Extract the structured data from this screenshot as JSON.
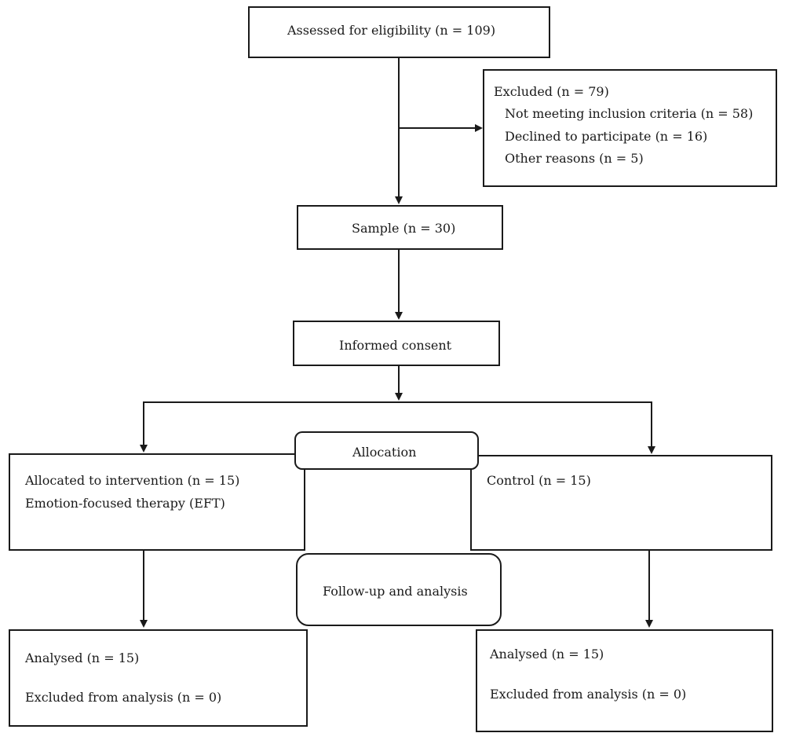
{
  "eligibility": {
    "label": "Assessed for eligibility (n = 109)"
  },
  "excluded": {
    "title": "Excluded (n = 79)",
    "reasons": [
      "Not meeting inclusion criteria (n = 58)",
      "Declined to participate (n = 16)",
      "Other reasons (n = 5)"
    ]
  },
  "sample": {
    "label": "Sample (n = 30)"
  },
  "consent": {
    "label": "Informed consent"
  },
  "allocation": {
    "label": "Allocation"
  },
  "intervention": {
    "line1": "Allocated to intervention (n = 15)",
    "line2": "Emotion-focused therapy (EFT)"
  },
  "control": {
    "label": "Control (n = 15)"
  },
  "followup": {
    "label": "Follow-up and analysis"
  },
  "analysed_left": {
    "analysed": "Analysed (n = 15)",
    "excluded": "Excluded from analysis (n = 0)"
  },
  "analysed_right": {
    "analysed": "Analysed (n = 15)",
    "excluded": "Excluded from analysis (n = 0)"
  }
}
